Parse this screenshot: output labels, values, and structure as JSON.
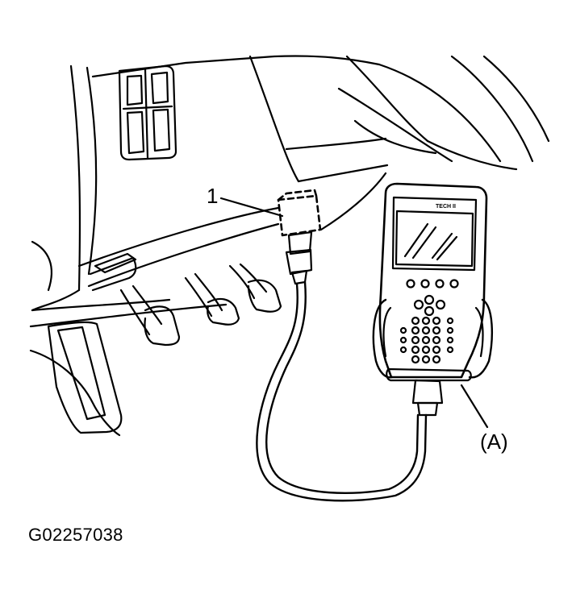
{
  "figure": {
    "code": "G02257038",
    "callouts": {
      "one": "1",
      "a": "(A)"
    },
    "tool_screen_label": "TECH II"
  },
  "colors": {
    "line": "#000000",
    "background": "#ffffff"
  }
}
